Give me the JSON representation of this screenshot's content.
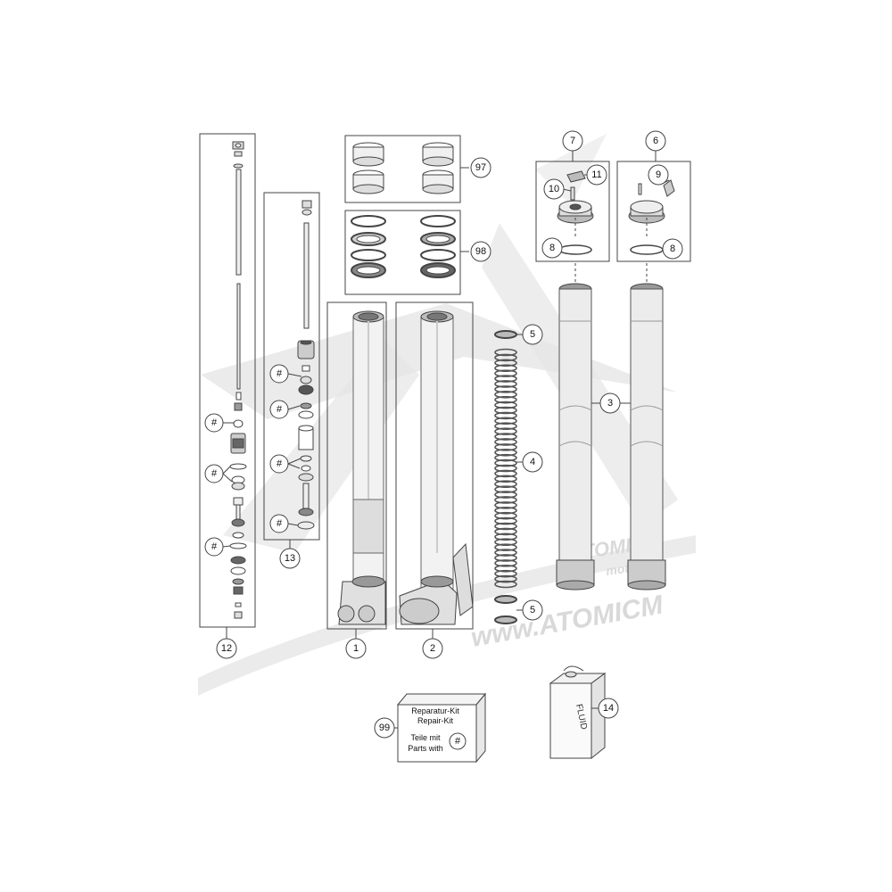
{
  "callouts": {
    "c1": "1",
    "c2": "2",
    "c3": "3",
    "c4": "4",
    "c5a": "5",
    "c5b": "5",
    "c6": "6",
    "c7": "7",
    "c8a": "8",
    "c8b": "8",
    "c9": "9",
    "c10": "10",
    "c11": "11",
    "c12": "12",
    "c13": "13",
    "c14": "14",
    "c97": "97",
    "c98": "98",
    "c99": "99"
  },
  "hash_symbol": "#",
  "repair_kit": {
    "line1": "Reparatur-Kit",
    "line2": "Repair-Kit",
    "line3": "Teile mit",
    "line4": "Parts with",
    "symbol": "#"
  },
  "fluid_label": "FLUID",
  "watermark": {
    "brand": "ATOMIC",
    "sub": "moto",
    "url": "www.ATOMICM"
  },
  "colors": {
    "line": "#444444",
    "part_fill": "#e4e4e4",
    "part_dark": "#555555",
    "watermark": "#dcdcdc"
  }
}
